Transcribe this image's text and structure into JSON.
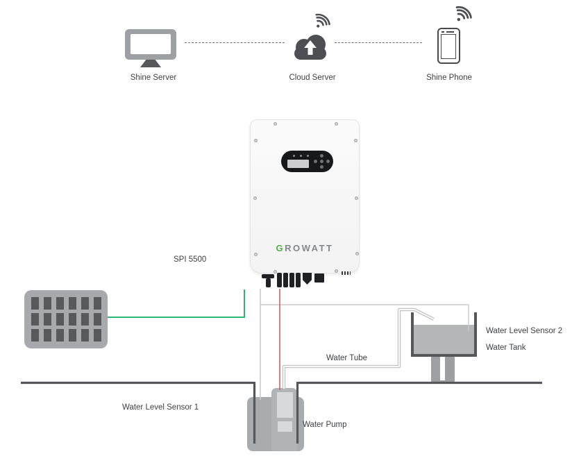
{
  "connectivity": {
    "server_label": "Shine Server",
    "cloud_label": "Cloud Server",
    "phone_label": "Shine Phone"
  },
  "inverter": {
    "model": "SPI 5500",
    "brand_initial": "G",
    "brand_rest": "ROWATT"
  },
  "water_system": {
    "sensor2_label": "Water Level Sensor 2",
    "tank_label": "Water Tank",
    "tube_label": "Water Tube",
    "pump_label": "Water Pump",
    "sensor1_label": "Water Level Sensor 1"
  },
  "colors": {
    "pv_wire": "#2bb673",
    "pump_wire": "#d65f5f",
    "signal_wire": "#c9cbcd",
    "tube": "#c3c5c7",
    "structure": "#55575a",
    "logo_green": "#52ae46",
    "icon_gray": "#4d4f52"
  }
}
